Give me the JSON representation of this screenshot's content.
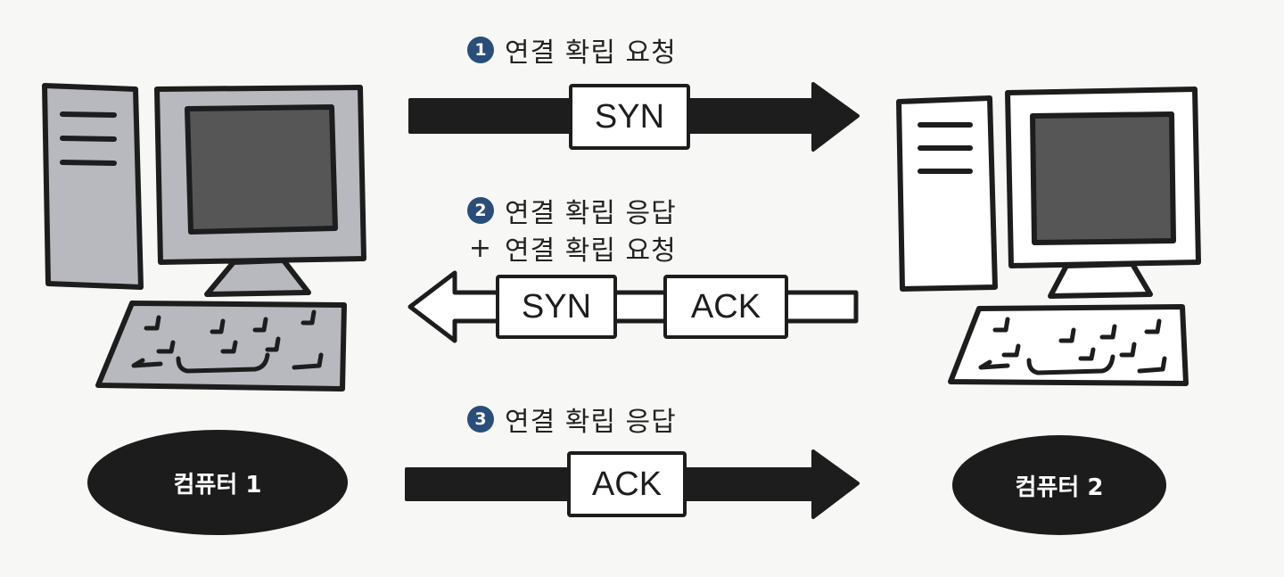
{
  "steps": {
    "step1": {
      "num": "1",
      "text": "연결 확립 요청"
    },
    "step2": {
      "num": "2",
      "text": "연결 확립 응답",
      "plus": "+",
      "text2": "연결 확립 요청"
    },
    "step3": {
      "num": "3",
      "text": "연결 확립 응답"
    }
  },
  "segments": {
    "syn1": "SYN",
    "syn2": "SYN",
    "ack2": "ACK",
    "ack3": "ACK"
  },
  "computers": {
    "left": "컴퓨터 1",
    "right": "컴퓨터 2"
  },
  "colors": {
    "step_number_bg": "#2a4e7a",
    "computer1_fill": "#b7b9bf",
    "screen": "#565656",
    "outline": "#1d1d1d"
  }
}
